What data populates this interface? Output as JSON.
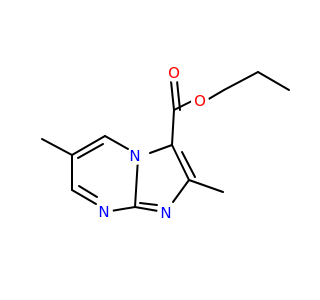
{
  "molecule": {
    "atoms": [
      {
        "id": "O1",
        "label": "O",
        "color": "#ff0000"
      },
      {
        "id": "O2",
        "label": "O",
        "color": "#ff0000"
      },
      {
        "id": "N1",
        "label": "N",
        "color": "#0000ff"
      },
      {
        "id": "N2",
        "label": "N",
        "color": "#0000ff"
      },
      {
        "id": "N3",
        "label": "N",
        "color": "#0000ff"
      }
    ],
    "bond_color": "#000000"
  }
}
